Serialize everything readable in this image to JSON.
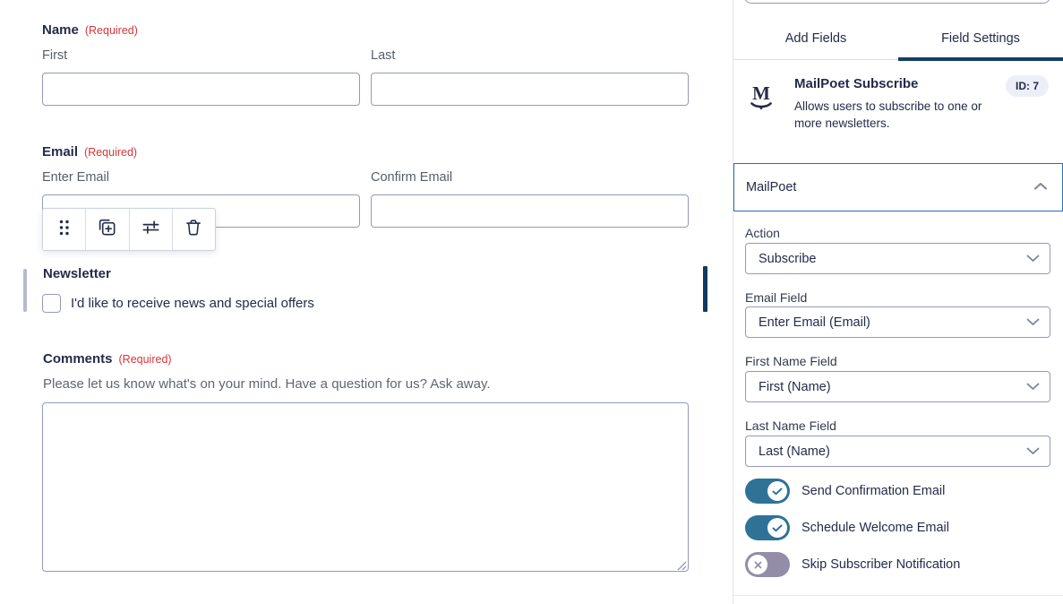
{
  "canvas": {
    "name_field": {
      "label": "Name",
      "required": "(Required)",
      "first_sublabel": "First",
      "last_sublabel": "Last",
      "first_value": "",
      "last_value": ""
    },
    "email_field": {
      "label": "Email",
      "required": "(Required)",
      "enter_sublabel": "Enter Email",
      "confirm_sublabel": "Confirm Email",
      "enter_value": "",
      "confirm_value": ""
    },
    "toolbar": {
      "icons": [
        "drag-handle",
        "duplicate",
        "settings",
        "delete"
      ]
    },
    "newsletter_field": {
      "label": "Newsletter",
      "checkbox_label": "I'd like to receive news and special offers",
      "checked": false
    },
    "comments_field": {
      "label": "Comments",
      "required": "(Required)",
      "description": "Please let us know what's on your mind. Have a question for us? Ask away.",
      "value": ""
    }
  },
  "sidebar": {
    "tabs": [
      {
        "label": "Add Fields",
        "active": false
      },
      {
        "label": "Field Settings",
        "active": true
      }
    ],
    "field_info": {
      "title": "MailPoet Subscribe",
      "id_badge": "ID: 7",
      "description": "Allows users to subscribe to one or more newsletters."
    },
    "accordion": {
      "title": "MailPoet",
      "expanded": true
    },
    "settings": [
      {
        "label": "Action",
        "value": "Subscribe"
      },
      {
        "label": "Email Field",
        "value": "Enter Email (Email)"
      },
      {
        "label": "First Name Field",
        "value": "First (Name)"
      },
      {
        "label": "Last Name Field",
        "value": "Last (Name)"
      }
    ],
    "toggles": [
      {
        "label": "Send Confirmation Email",
        "on": true
      },
      {
        "label": "Schedule Welcome Email",
        "on": true
      },
      {
        "label": "Skip Subscriber Notification",
        "on": false
      }
    ],
    "colors": {
      "accent_navy": "#123e63",
      "accordion_border": "#2271b1",
      "toggle_on": "#2e7397",
      "toggle_off": "#938daa",
      "required_red": "#d63637"
    }
  }
}
